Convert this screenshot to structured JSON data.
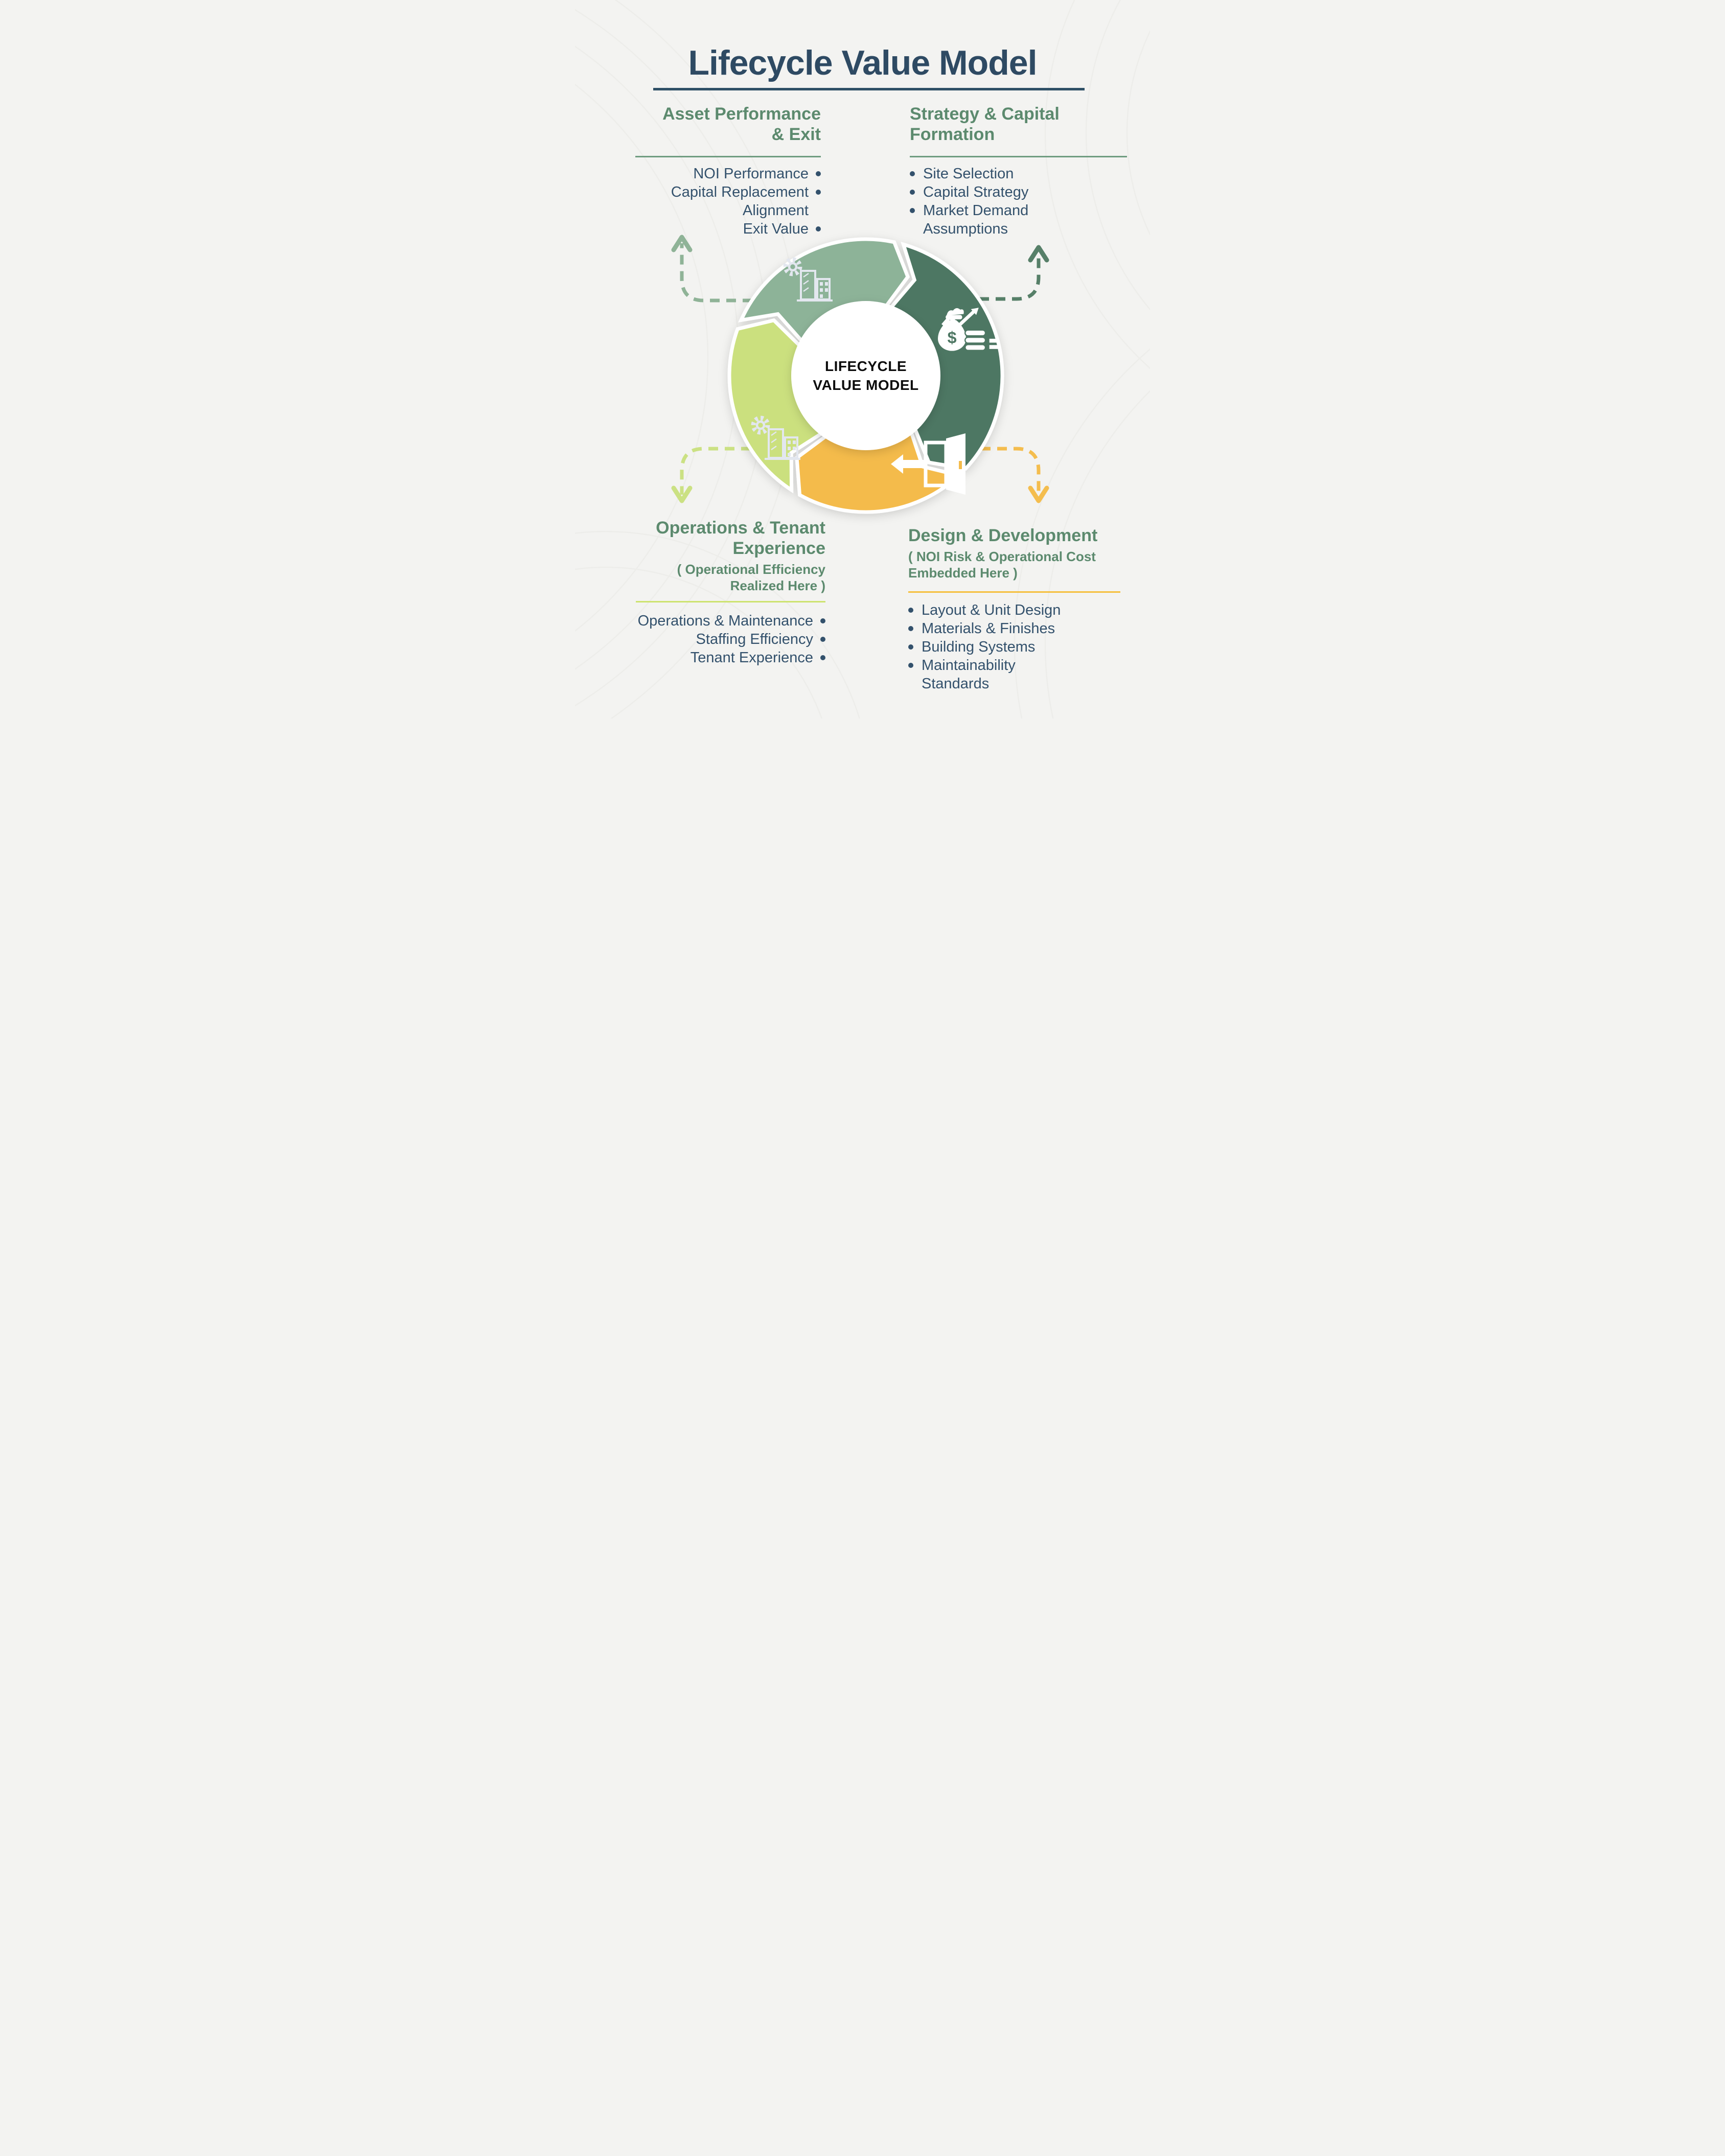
{
  "title": "Lifecycle Value Model",
  "center": {
    "line1": "LIFECYCLE",
    "line2": "VALUE MODEL"
  },
  "sections": {
    "asset": {
      "heading": [
        "Asset Performance",
        "& Exit"
      ],
      "items": [
        "NOI Performance",
        "Capital Replacement Alignment",
        "Exit Value"
      ]
    },
    "strategy": {
      "heading": [
        "Strategy & Capital",
        "Formation"
      ],
      "items": [
        "Site Selection",
        "Capital Strategy",
        "Market Demand Assumptions"
      ]
    },
    "operations": {
      "heading": [
        "Operations & Tenant",
        "Experience"
      ],
      "subheading": [
        "( Operational Efficiency",
        "Realized Here )"
      ],
      "items": [
        "Operations & Maintenance",
        "Staffing Efficiency",
        "Tenant Experience"
      ]
    },
    "design": {
      "heading": [
        "Design & Development"
      ],
      "subheading": [
        "( NOI Risk & Operational Cost",
        "Embedded Here )"
      ],
      "items": [
        "Layout & Unit Design",
        "Materials & Finishes",
        "Building Systems",
        "Maintainability Standards"
      ]
    }
  },
  "icons": {
    "asset": "gear-buildings-icon",
    "strategy": "money-bag-growth-icon",
    "operations": "gear-buildings-icon",
    "design": "exit-door-icon",
    "dollar": "$"
  },
  "colors": {
    "bg": "#f3f3f1",
    "title_color": "#2e4a63",
    "rule_title": "#2e5066",
    "heading_green": "#5c8a6e",
    "body_text": "#33516c",
    "dot": "#33516c",
    "seg_sage": "#8db398",
    "seg_dark": "#4e7763",
    "seg_light": "#cbe07e",
    "seg_yellow": "#f4bb4b",
    "rule_green": "#6f9c80",
    "rule_light": "#cde36f",
    "rule_yellow": "#f5c03f",
    "conn_sage": "#8fb397",
    "conn_dark": "#567f68",
    "conn_light": "#cbe183",
    "conn_yellow": "#f4bd4e",
    "center_text": "#0c0c0c",
    "icon_line": "#e3e7ef"
  }
}
